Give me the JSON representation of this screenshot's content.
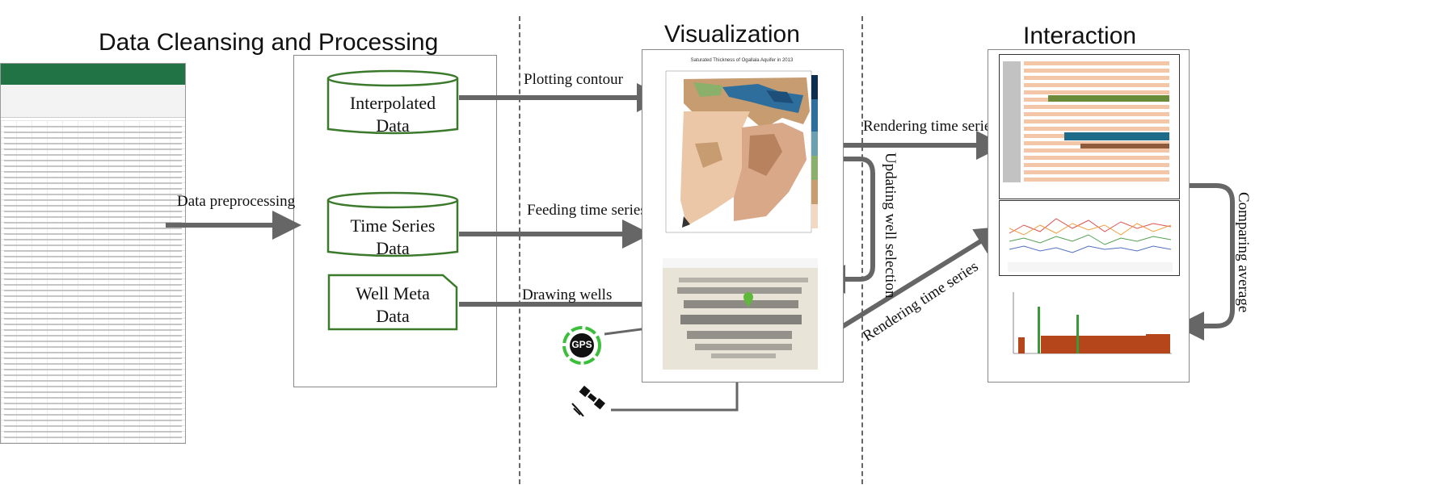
{
  "sections": {
    "processing": "Data Cleansing and Processing",
    "visualization": "Visualization",
    "interaction": "Interaction"
  },
  "stores": {
    "interpolated": {
      "line1": "Interpolated",
      "line2": "Data"
    },
    "timeseries": {
      "line1": "Time Series",
      "line2": "Data"
    },
    "wellmeta": {
      "line1": "Well Meta",
      "line2": "Data"
    }
  },
  "edges": {
    "data_preprocessing": "Data preprocessing",
    "plotting_contour": "Plotting contour",
    "feeding_time_series": "Feeding time series",
    "drawing_wells": "Drawing wells",
    "rendering_time_series_1": "Rendering time series",
    "rendering_time_series_2": "Rendering time series",
    "updating_well_selection": "Updating well selection",
    "comparing_average": "Comparing average"
  },
  "contour_map": {
    "title": "Saturated Thickness of Ogallala Aquifer in 2013"
  },
  "gps": {
    "label": "GPS"
  },
  "colors": {
    "arrow": "#666666",
    "cylinder_border": "#3a7a2a",
    "excel_green": "#217346",
    "contour_tan": "#e8c4a8",
    "contour_blue": "#2d6e9c"
  },
  "icons": [
    "gps-icon",
    "satellite-icon",
    "location-pin-icon"
  ]
}
